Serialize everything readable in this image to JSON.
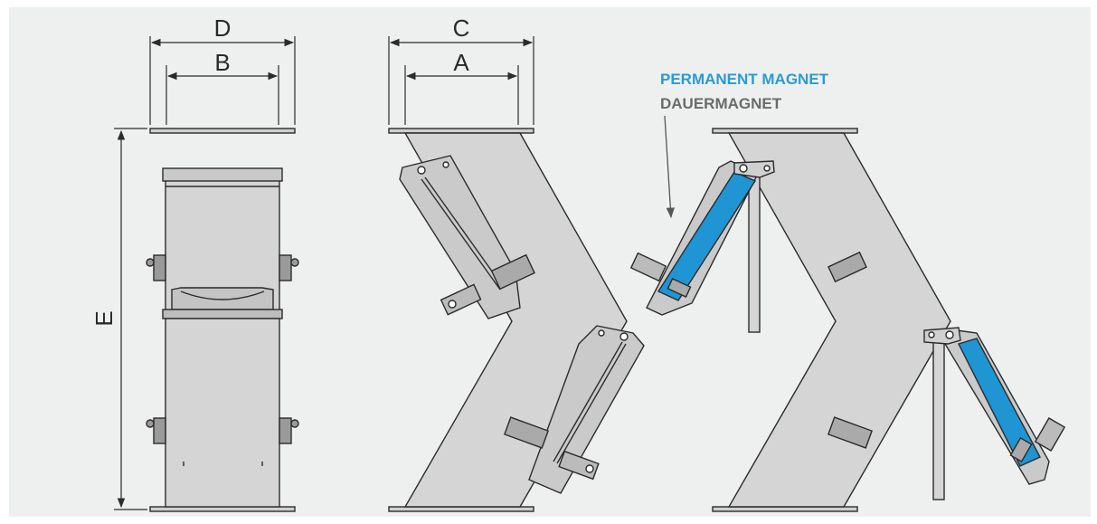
{
  "dimensions": {
    "a": "A",
    "b": "B",
    "c": "C",
    "d": "D",
    "e": "E"
  },
  "callout": {
    "primary": "PERMANENT MAGNET",
    "secondary": "DAUERMAGNET"
  },
  "colors": {
    "background": "#eef0ef",
    "body_fill": "#d5d5d5",
    "outline": "#2b2b2b",
    "magnet": "#1f95d4",
    "callout_primary": "#2a9ad8",
    "callout_secondary": "#6a6a6a"
  }
}
